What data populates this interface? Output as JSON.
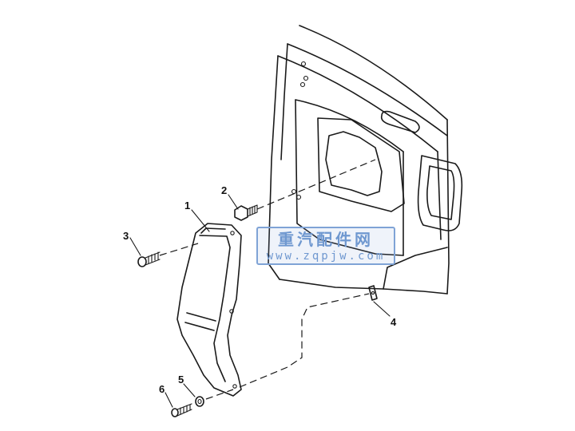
{
  "diagram": {
    "callouts": [
      "1",
      "2",
      "3",
      "4",
      "5",
      "6"
    ]
  },
  "watermark": {
    "title": "重汽配件网",
    "url": "www.zqpjw.com"
  },
  "colors": {
    "line": "#1a1a1a",
    "watermark": "#6f98d0"
  }
}
